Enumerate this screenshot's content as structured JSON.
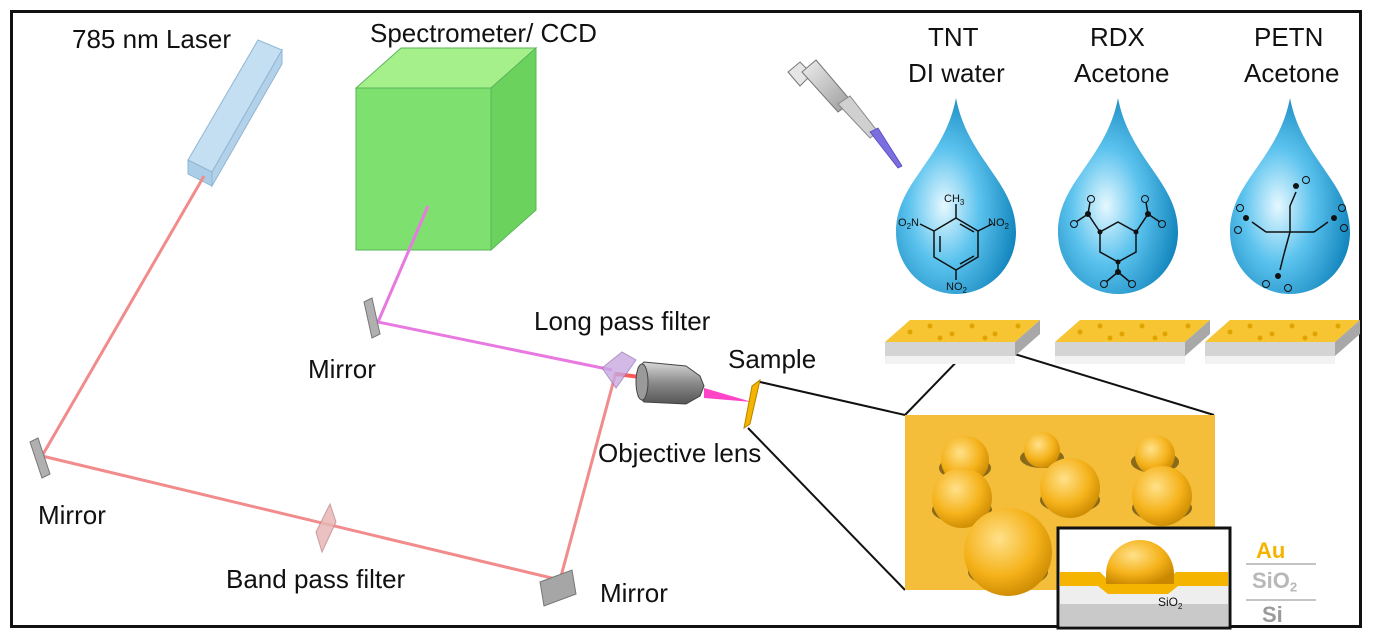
{
  "labels": {
    "laser": "785 nm Laser",
    "spectrometer": "Spectrometer/ CCD",
    "mirror_top": "Mirror",
    "mirror_left": "Mirror",
    "mirror_bottom": "Mirror",
    "band_pass": "Band pass filter",
    "long_pass": "Long pass filter",
    "sample": "Sample",
    "objective": "Objective lens"
  },
  "analytes": [
    {
      "name": "TNT",
      "solvent": "DI water"
    },
    {
      "name": "RDX",
      "solvent": "Acetone"
    },
    {
      "name": "PETN",
      "solvent": "Acetone"
    }
  ],
  "molecule_text": {
    "tnt_ch3": "CH",
    "tnt_ch3_sub": "3",
    "no2": "NO",
    "no2_sub": "2",
    "o2n": "O",
    "o2n_sub": "2",
    "o2n_n": "N"
  },
  "layers": {
    "au": "Au",
    "sio2": "SiO",
    "sio2_sub": "2",
    "si": "Si",
    "inset_sio2": "SiO",
    "inset_sio2_sub": "2"
  },
  "colors": {
    "laser_beam": "#f28b8b",
    "raman_beam": "#e879e0",
    "gold": "#f4b400",
    "drop": "#1e9fd6",
    "spectrometer": "#7ae07a",
    "laser_body": "#bcd8ee"
  },
  "icons": [
    "pipette-icon",
    "droplet-icon",
    "substrate-icon",
    "objective-lens-icon",
    "mirror-icon"
  ]
}
